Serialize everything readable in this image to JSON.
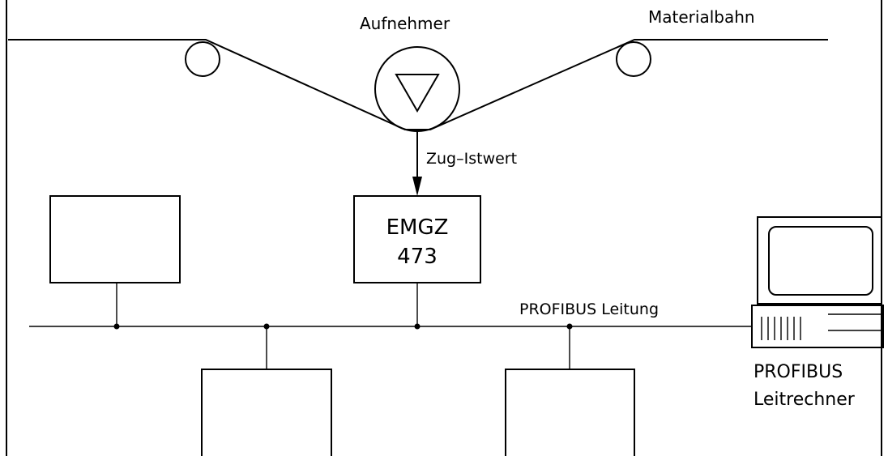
{
  "labels": {
    "sensor": "Aufnehmer",
    "web": "Materialbahn",
    "signal": "Zug–Istwert",
    "device_line1": "EMGZ",
    "device_line2": "473",
    "bus": "PROFIBUS Leitung",
    "host_line1": "PROFIBUS",
    "host_line2": "Leitrechner"
  },
  "colors": {
    "line": "#000000",
    "background": "#ffffff"
  }
}
